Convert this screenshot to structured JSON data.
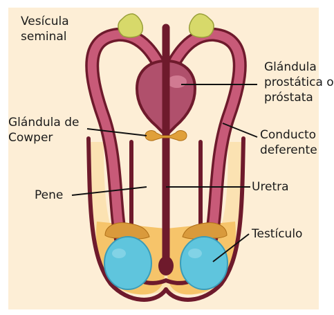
{
  "labels": {
    "vesicula_1": "Vesícula",
    "vesicula_2": "seminal",
    "prostata_1": "Glándula",
    "prostata_2": "prostática o",
    "prostata_3": "próstata",
    "cowper_1": "Glándula de",
    "cowper_2": "Cowper",
    "conducto_1": "Conducto",
    "conducto_2": "deferente",
    "pene": "Pene",
    "uretra": "Uretra",
    "testiculo": "Testículo"
  },
  "colors": {
    "background": "#fdeed6",
    "outline": "#6e1a2c",
    "duct": "#c85a78",
    "prostate": "#b0506c",
    "seminal_vesicle": "#d7d96a",
    "cowper": "#e0a03a",
    "scrotum": "#f6c46a",
    "testicle": "#5fc5dd",
    "epididymis": "#d99a3c"
  }
}
